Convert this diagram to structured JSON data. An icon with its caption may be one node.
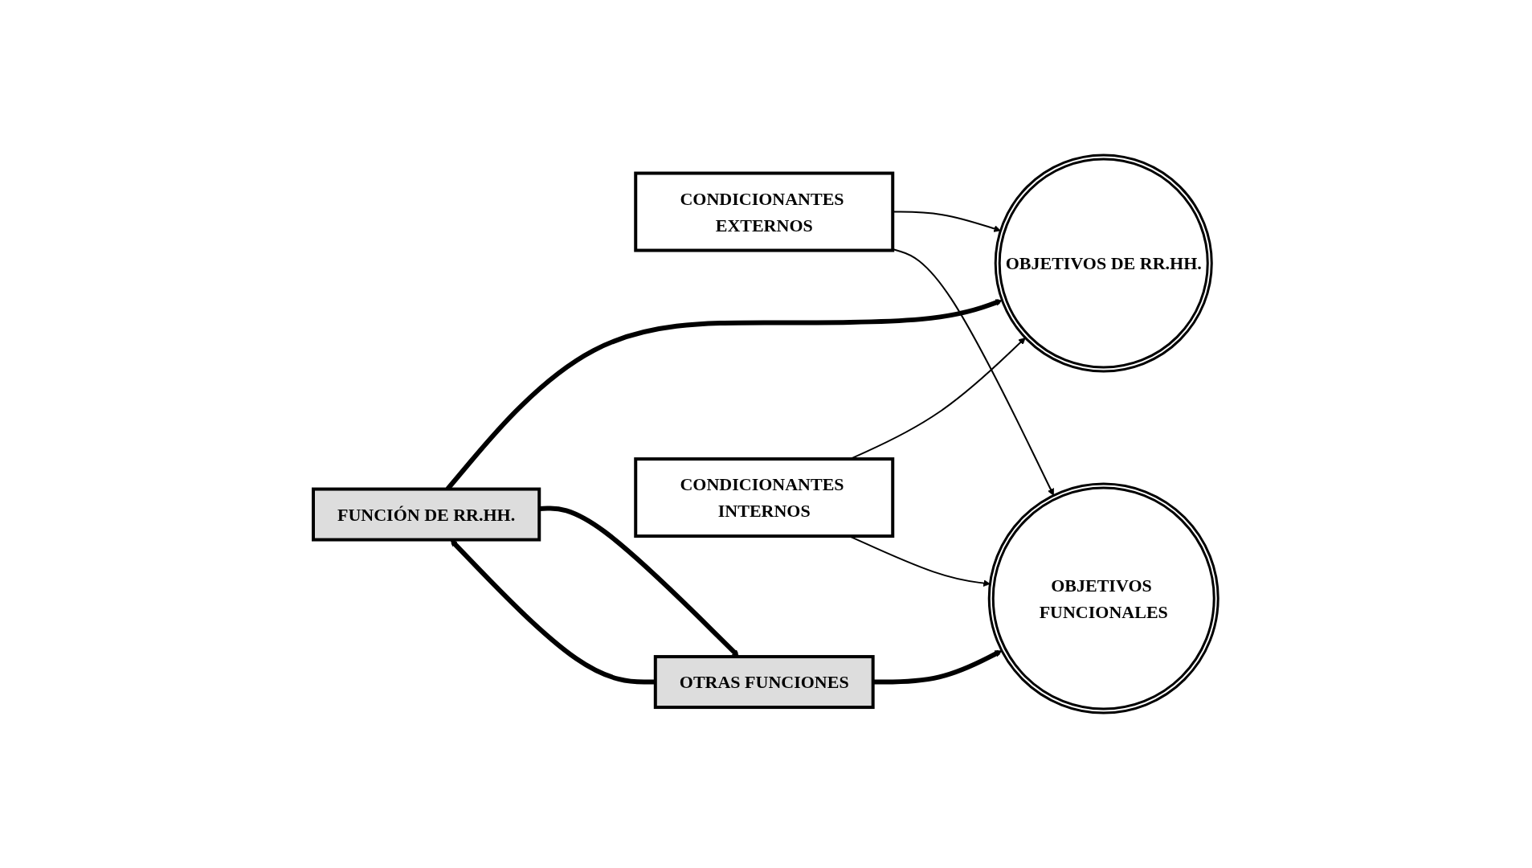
{
  "diagram": {
    "nodes": [
      {
        "text": [
          "CONDICIONANTES EXTERNOS"
        ]
      },
      {
        "text": [
          "OBJETIVOS DE RR.HH."
        ]
      },
      {
        "text": [
          "FUNCIÓN DE RR.HH."
        ]
      },
      {
        "text": [
          "OTRAS FUNCIONES"
        ]
      },
      {
        "text": [
          "OBJETIVOS FUNCIONALES"
        ]
      },
      {
        "text": [
          "CONDICIONANTES INTERNOS"
        ]
      }
    ],
    "edges": [
      {
        "from": 0,
        "to": 1,
        "arrow": "to"
      },
      {
        "from": 0,
        "to": 4,
        "arrow": "to"
      },
      {
        "from": 2,
        "to": 1,
        "arrow": "to",
        "style": "thick"
      },
      {
        "from": 3,
        "to": 2,
        "arrow": "to",
        "style": "thick"
      },
      {
        "from": 2,
        "to": 3,
        "arrow": "to",
        "style": "thick"
      },
      {
        "from": 3,
        "to": 4,
        "arrow": "to",
        "style": "thick"
      },
      {
        "from": 5,
        "to": 1,
        "arrow": "to"
      },
      {
        "from": 5,
        "to": 4,
        "arrow": "to"
      }
    ]
  }
}
